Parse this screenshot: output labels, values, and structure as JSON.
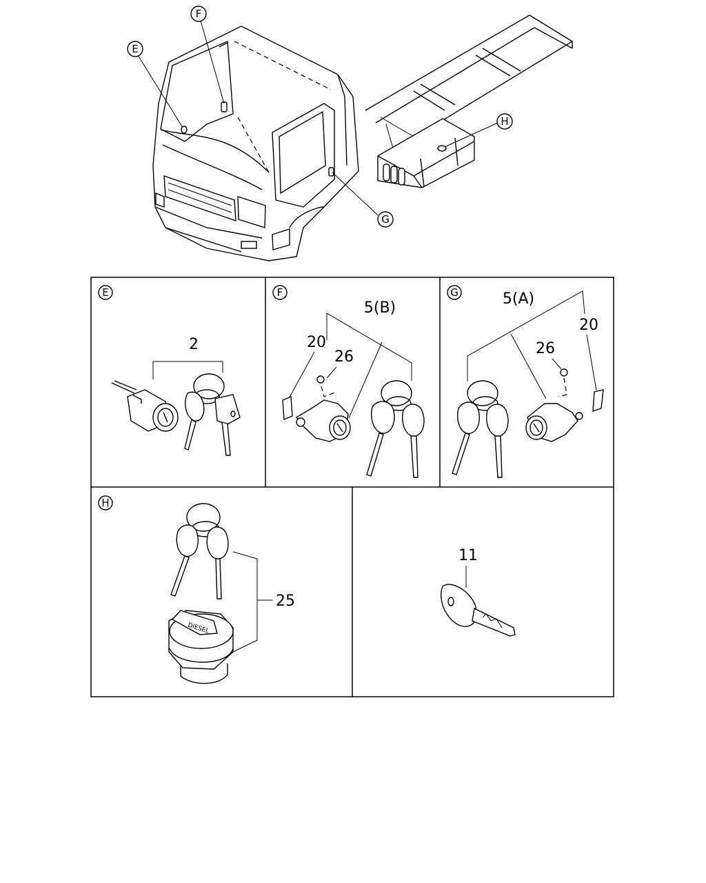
{
  "overview": {
    "callouts": {
      "E": "E",
      "F": "F",
      "G": "G",
      "H": "H"
    }
  },
  "panels": {
    "E": {
      "letter": "E",
      "part_labels": {
        "p2": "2"
      }
    },
    "F": {
      "letter": "F",
      "part_labels": {
        "p5b": "5(B)",
        "p20": "20",
        "p26": "26"
      }
    },
    "G": {
      "letter": "G",
      "part_labels": {
        "p5a": "5(A)",
        "p20": "20",
        "p26": "26"
      }
    },
    "H": {
      "letter": "H",
      "part_labels": {
        "p25": "25"
      },
      "cap_text": "DIESEL"
    },
    "K": {
      "part_labels": {
        "p11": "11"
      }
    }
  }
}
